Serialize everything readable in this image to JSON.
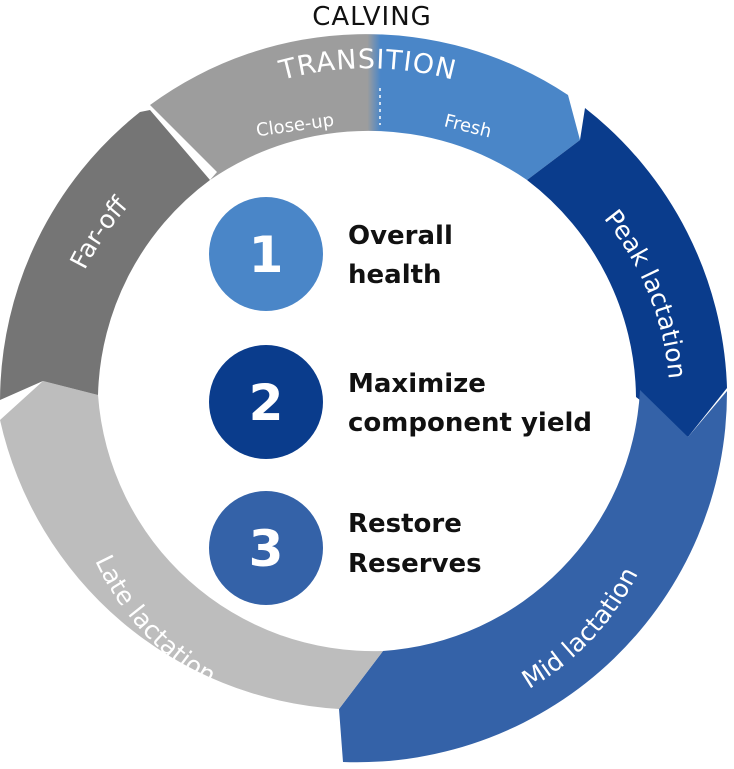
{
  "diagram": {
    "top_label": "CALVING",
    "transition": {
      "label": "TRANSITION",
      "close_up": "Close-up",
      "fresh": "Fresh"
    },
    "phases": {
      "peak": "Peak lactation",
      "mid": "Mid lactation",
      "late": "Late lactation",
      "far_off": "Far-off"
    },
    "goals": [
      {
        "number": "1",
        "line1": "Overall",
        "line2": "health"
      },
      {
        "number": "2",
        "line1": "Maximize",
        "line2": "component yield"
      },
      {
        "number": "3",
        "line1": "Restore",
        "line2": "Reserves"
      }
    ]
  },
  "colors": {
    "close_up": "#9d9d9d",
    "fresh": "#4a86c8",
    "peak": "#0a3c8c",
    "mid": "#3462a8",
    "late": "#bdbdbd",
    "far_off": "#757575",
    "goal1": "#4a86c8",
    "goal2": "#0a3c8c",
    "goal3": "#3462a8"
  }
}
